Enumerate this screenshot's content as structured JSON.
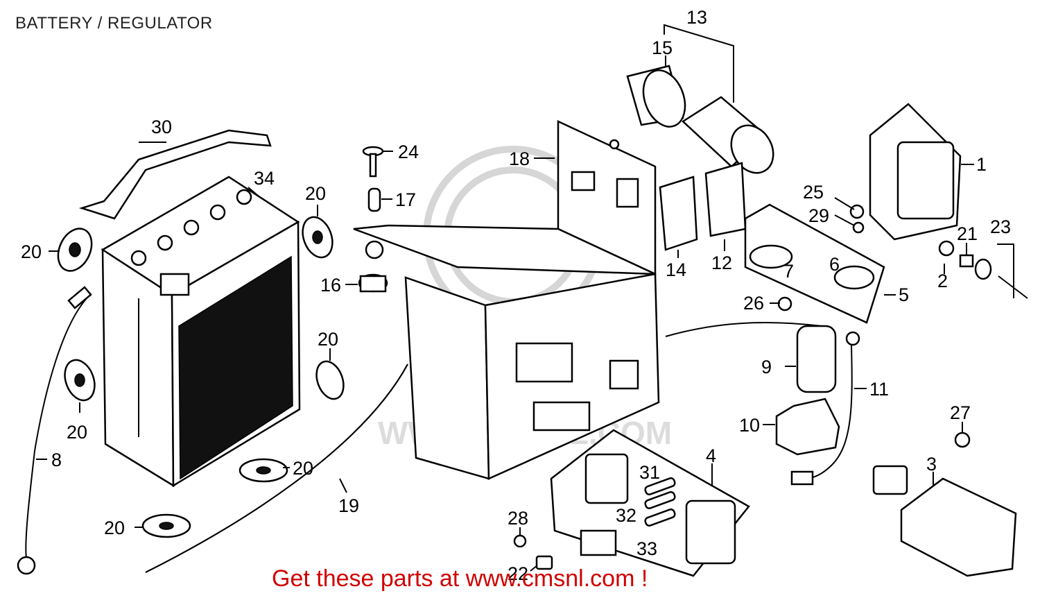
{
  "title": "BATTERY / REGULATOR",
  "footer": "Get these parts at www.cmsnl.com !",
  "watermark": "WWW.CMSNL.COM",
  "colors": {
    "footer_text": "#d00000",
    "line": "#000000",
    "background": "#ffffff",
    "watermark": "#d6d6d6"
  },
  "callouts": {
    "c1": "1",
    "c2": "2",
    "c3": "3",
    "c4": "4",
    "c5": "5",
    "c6": "6",
    "c7": "7",
    "c8": "8",
    "c9": "9",
    "c10": "10",
    "c11": "11",
    "c12": "12",
    "c13": "13",
    "c14": "14",
    "c15": "15",
    "c16": "16",
    "c17": "17",
    "c18": "18",
    "c19": "19",
    "c20": "20",
    "c21": "21",
    "c22": "22",
    "c23": "23",
    "c24": "24",
    "c25": "25",
    "c26": "26",
    "c27": "27",
    "c28": "28",
    "c29": "29",
    "c30": "30",
    "c31": "31",
    "c32": "32",
    "c33": "33",
    "c34": "34"
  }
}
